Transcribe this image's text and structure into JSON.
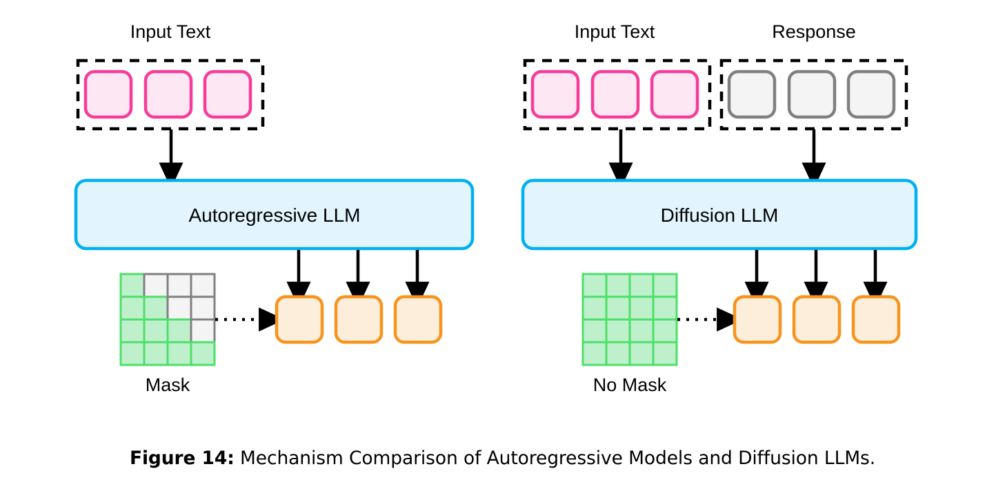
{
  "figure": {
    "caption_label": "Figure 14:",
    "caption_text": "Mechanism Comparison of Autoregressive Models and Diffusion LLMs."
  },
  "colors": {
    "pink_border": "#F73B9A",
    "pink_fill": "#FDE7F3",
    "gray_border": "#808080",
    "gray_fill": "#F4F4F4",
    "blue_border": "#00B0F0",
    "blue_fill": "#E2F4FD",
    "orange_border": "#F7941E",
    "orange_fill": "#FDEEDC",
    "green_border": "#4CE068",
    "green_fill": "#BFF0CC",
    "mask_gray_border": "#808080",
    "mask_gray_fill": "#F4F4F4",
    "arrow": "#000000",
    "dashed_group": "#000000"
  },
  "panels": [
    {
      "id": "autoregressive",
      "model_label": "Autoregressive LLM",
      "groups": [
        {
          "id": "input-text",
          "label": "Input Text",
          "token_count": 3,
          "token_kind": "input"
        }
      ],
      "mask": {
        "label": "Mask",
        "rows": 4,
        "cols": 4,
        "type": "causal-lower-triangular",
        "cells": [
          [
            1,
            0,
            0,
            0
          ],
          [
            1,
            1,
            0,
            0
          ],
          [
            1,
            1,
            1,
            0
          ],
          [
            1,
            1,
            1,
            1
          ]
        ]
      },
      "outputs": {
        "token_count": 3,
        "token_kind": "output"
      }
    },
    {
      "id": "diffusion",
      "model_label": "Diffusion LLM",
      "groups": [
        {
          "id": "input-text",
          "label": "Input Text",
          "token_count": 3,
          "token_kind": "input"
        },
        {
          "id": "response",
          "label": "Response",
          "token_count": 3,
          "token_kind": "masked"
        }
      ],
      "mask": {
        "label": "No Mask",
        "rows": 4,
        "cols": 4,
        "type": "full-bidirectional",
        "cells": [
          [
            1,
            1,
            1,
            1
          ],
          [
            1,
            1,
            1,
            1
          ],
          [
            1,
            1,
            1,
            1
          ],
          [
            1,
            1,
            1,
            1
          ]
        ]
      },
      "outputs": {
        "token_count": 3,
        "token_kind": "output"
      }
    }
  ],
  "labels": {
    "left_input_text": "Input Text",
    "left_mask": "Mask",
    "left_model": "Autoregressive LLM",
    "right_input_text": "Input Text",
    "right_response": "Response",
    "right_mask": "No Mask",
    "right_model": "Diffusion LLM"
  }
}
